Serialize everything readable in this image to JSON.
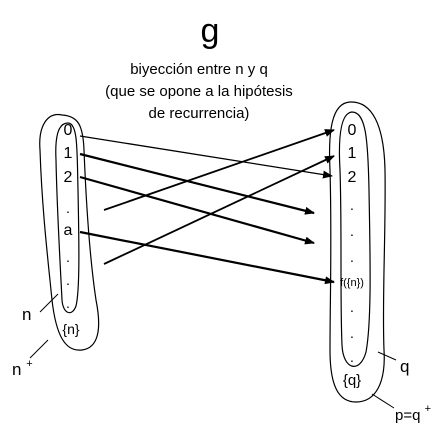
{
  "title": "g",
  "caption": {
    "line1": "biyección entre n y q",
    "line2": "(que se opone a la hipótesis",
    "line3": "de recurrencia)"
  },
  "left_set": {
    "elements": [
      "0",
      "1",
      "2",
      ".",
      "a",
      ".",
      ".",
      "."
    ],
    "singleton": "{n}",
    "inner_label": "n",
    "outer_label_base": "n",
    "outer_label_sup": "+"
  },
  "right_set": {
    "elements": [
      "0",
      "1",
      "2",
      ".",
      ".",
      ".",
      "f({n})",
      ".",
      ".",
      "."
    ],
    "singleton": "{q}",
    "inner_label": "q",
    "outer_label_base": "p=q",
    "outer_label_sup": "+"
  }
}
